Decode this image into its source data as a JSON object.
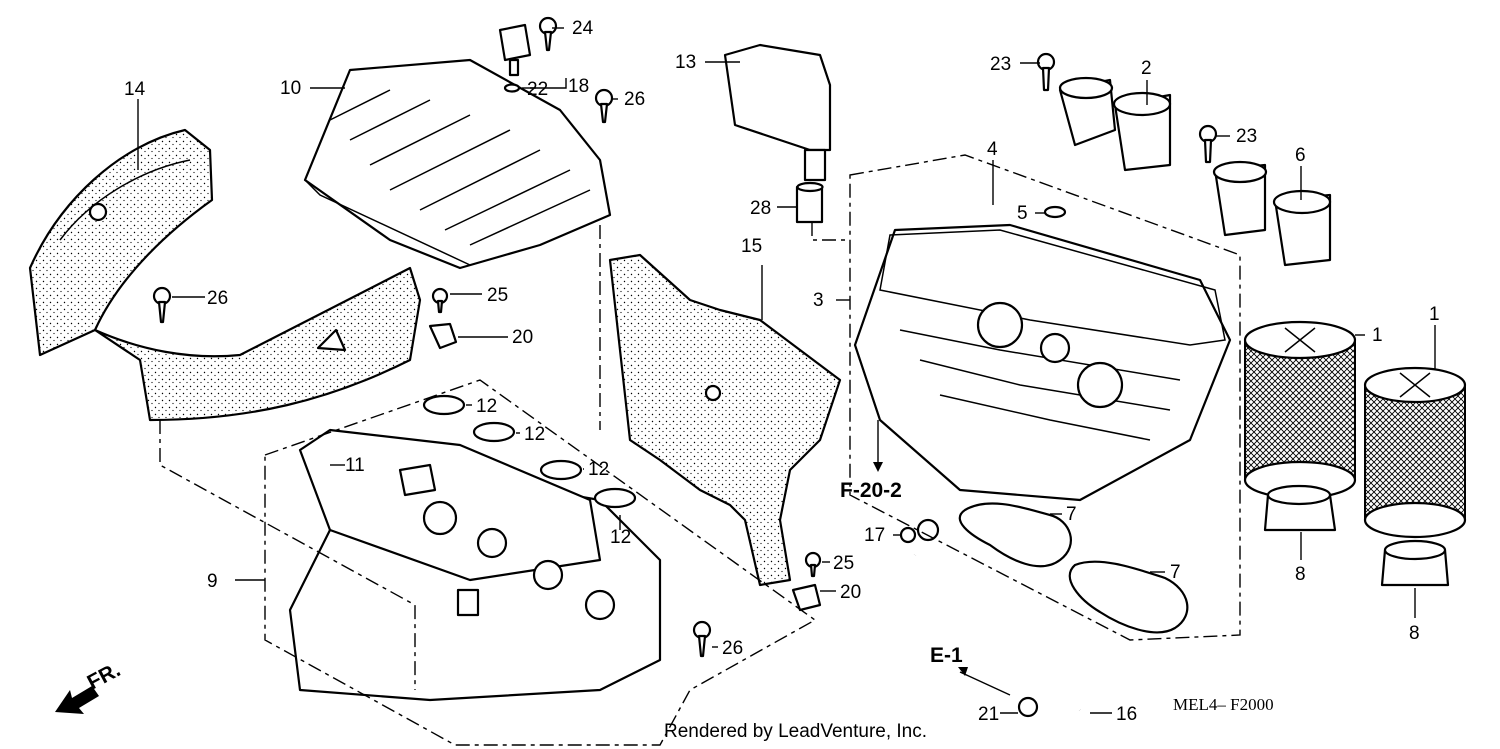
{
  "footer": {
    "rendered_by": "Rendered by LeadVenture, Inc.",
    "diagram_code": "MEL4– F2000",
    "front_marker": "FR."
  },
  "references": {
    "f20_2": "F-20-2",
    "e1": "E-1"
  },
  "callouts": {
    "c1a": "1",
    "c1b": "1",
    "c2": "2",
    "c3": "3",
    "c4": "4",
    "c5": "5",
    "c6": "6",
    "c7a": "7",
    "c7b": "7",
    "c8a": "8",
    "c8b": "8",
    "c9": "9",
    "c10": "10",
    "c11": "11",
    "c12a": "12",
    "c12b": "12",
    "c12c": "12",
    "c12d": "12",
    "c13": "13",
    "c14": "14",
    "c15": "15",
    "c16": "16",
    "c17": "17",
    "c18": "18",
    "c20a": "20",
    "c20b": "20",
    "c21": "21",
    "c22": "22",
    "c23a": "23",
    "c23b": "23",
    "c24": "24",
    "c25a": "25",
    "c25b": "25",
    "c26a": "26",
    "c26b": "26",
    "c26c": "26",
    "c28": "28"
  }
}
